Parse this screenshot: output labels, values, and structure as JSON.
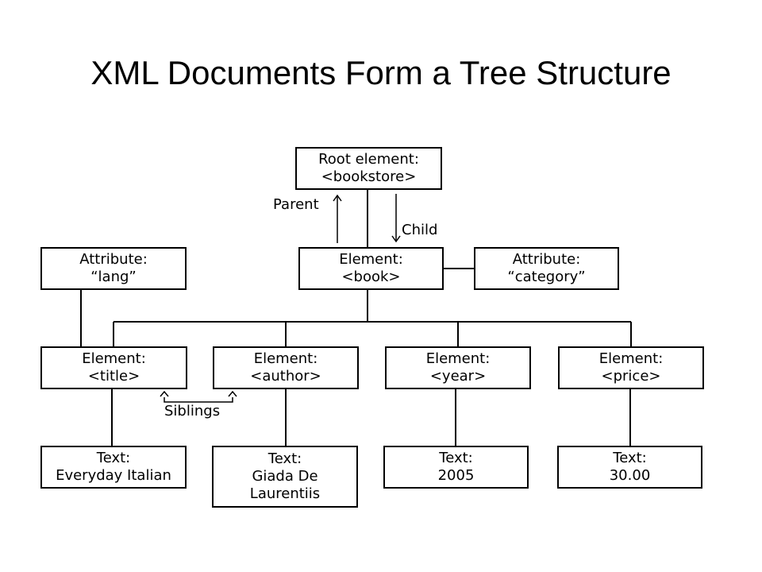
{
  "title": "XML Documents Form a Tree Structure",
  "nodes": {
    "root": {
      "line1": "Root element:",
      "line2": "<bookstore>"
    },
    "book": {
      "line1": "Element:",
      "line2": "<book>"
    },
    "attr_lang": {
      "line1": "Attribute:",
      "line2": "“lang”"
    },
    "attr_category": {
      "line1": "Attribute:",
      "line2": "“category”"
    },
    "title": {
      "line1": "Element:",
      "line2": "<title>"
    },
    "author": {
      "line1": "Element:",
      "line2": "<author>"
    },
    "year": {
      "line1": "Element:",
      "line2": "<year>"
    },
    "price": {
      "line1": "Element:",
      "line2": "<price>"
    },
    "text_title": {
      "line1": "Text:",
      "line2": "Everyday Italian"
    },
    "text_author": {
      "line1": "Text:",
      "line2": "Giada De",
      "line3": "Laurentiis"
    },
    "text_year": {
      "line1": "Text:",
      "line2": "2005"
    },
    "text_price": {
      "line1": "Text:",
      "line2": "30.00"
    }
  },
  "labels": {
    "parent": "Parent",
    "child": "Child",
    "siblings": "Siblings"
  }
}
